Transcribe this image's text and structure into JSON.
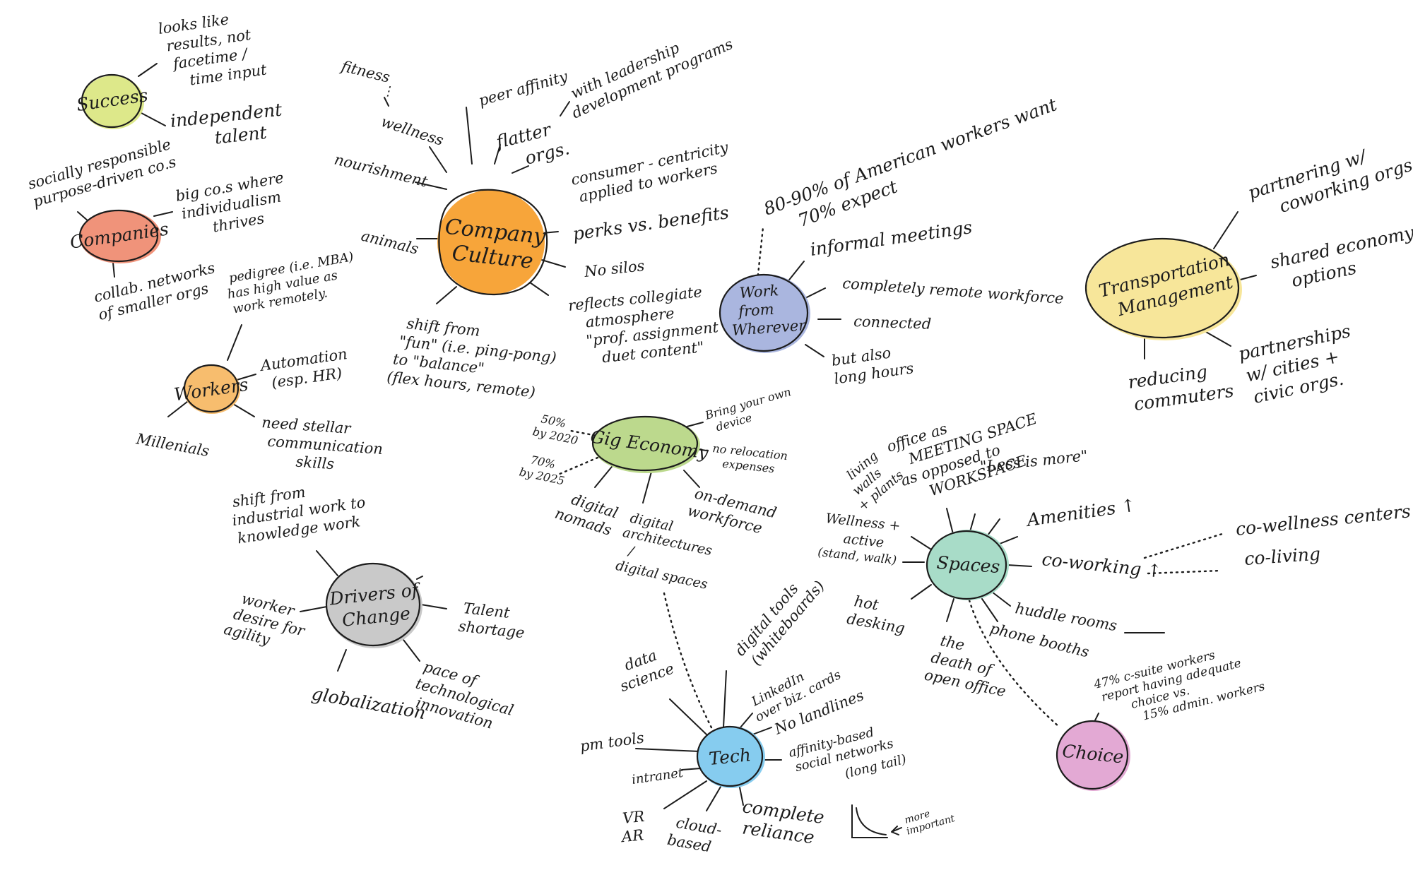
{
  "colors": {
    "success": "#dde88a",
    "companies": "#f0937a",
    "workers": "#f7bd6e",
    "company_culture": "#f7a53a",
    "work_from_wherever": "#aab6df",
    "transportation": "#f7e69a",
    "gig_economy": "#bcd98d",
    "drivers": "#c9c9c9",
    "spaces": "#a8dcc8",
    "tech": "#86ccef",
    "choice": "#e3a9d4"
  },
  "nodes": {
    "success": "Success",
    "companies": "Companies",
    "workers": "Workers",
    "company_culture": [
      "Company",
      "Culture"
    ],
    "work_from_wherever": [
      "Work",
      "from",
      "Wherever"
    ],
    "transportation": [
      "Transportation",
      "Management"
    ],
    "gig_economy": "Gig Economy",
    "drivers": [
      "Drivers of",
      "Change"
    ],
    "spaces": "Spaces",
    "tech": "Tech",
    "choice": "Choice"
  },
  "labels": {
    "success": {
      "looks_like": [
        "looks like",
        "results, not",
        "facetime /",
        "time input"
      ],
      "independent": [
        "independent",
        "talent"
      ]
    },
    "companies": {
      "socially": [
        "socially responsible",
        "purpose-driven co.s"
      ],
      "big_cos": [
        "big co.s where",
        "individualism",
        "thrives"
      ],
      "collab": [
        "collab. networks",
        "of smaller orgs"
      ]
    },
    "workers": {
      "pedigree": [
        "pedigree (i.e. MBA)",
        "has high value as",
        "work remotely."
      ],
      "automation": [
        "Automation",
        "(esp. HR)"
      ],
      "millenials": "Millenials",
      "stellar": [
        "need stellar",
        "communication",
        "skills"
      ]
    },
    "company_culture": {
      "fitness": "fitness",
      "wellness": "wellness",
      "peer_affinity": "peer affinity",
      "flatter": [
        "flatter",
        "orgs."
      ],
      "leadership": [
        "with leadership",
        "development programs"
      ],
      "nourishment": "nourishment",
      "consumer": [
        "consumer - centricity",
        "applied to workers"
      ],
      "animals": "animals",
      "perks": "perks vs. benefits",
      "no_silos": "No silos",
      "shift": [
        "shift from",
        "\"fun\" (i.e. ping-pong)",
        "to \"balance\"",
        "(flex hours, remote)"
      ],
      "collegiate": [
        "reflects collegiate",
        "atmosphere",
        "\"prof. assignment",
        "duet content\""
      ]
    },
    "work_from_wherever": {
      "percent": [
        "80-90% of American workers want",
        "70% expect"
      ],
      "informal": "informal meetings",
      "remote": "completely remote workforce",
      "connected": "connected",
      "long_hours": [
        "but also",
        "long hours"
      ]
    },
    "transportation": {
      "coworking": [
        "partnering w/",
        "coworking orgs"
      ],
      "shared": [
        "shared economy",
        "options"
      ],
      "commuters": [
        "reducing",
        "commuters"
      ],
      "cities": [
        "partnerships",
        "w/ cities +",
        "civic orgs."
      ]
    },
    "gig_economy": {
      "byo": [
        "Bring your own",
        "device"
      ],
      "stat_2020": [
        "50%",
        "by 2020"
      ],
      "stat_2025": [
        "70%",
        "by 2025"
      ],
      "relocation": [
        "no relocation",
        "expenses"
      ],
      "nomads": [
        "digital",
        "nomads"
      ],
      "architectures": [
        "digital",
        "architectures",
        "/",
        "digital spaces"
      ],
      "on_demand": [
        "on-demand",
        "workforce"
      ]
    },
    "drivers": {
      "industrial": [
        "shift from",
        "industrial work to",
        "knowledge work"
      ],
      "agility": [
        "worker",
        "desire for",
        "agility"
      ],
      "talent": [
        "Talent",
        "shortage"
      ],
      "globalization": "globalization",
      "pace": [
        "pace of",
        "technological",
        "innovation"
      ]
    },
    "spaces": {
      "meeting": [
        "office as",
        "MEETING SPACE",
        "as opposed to",
        "WORKSPACE"
      ],
      "living_walls": [
        "living",
        "walls",
        "+ plants"
      ],
      "less_more": "\"Less is more\"",
      "amenities": "Amenities ↑",
      "wellness": [
        "Wellness +",
        "active",
        "(stand, walk)"
      ],
      "coworking": "co-working ↑",
      "co_wellness": "co-wellness centers",
      "co_living": "co-living",
      "hot_desking": [
        "hot",
        "desking"
      ],
      "huddle": "huddle rooms",
      "phone": "phone booths",
      "open_office": [
        "the",
        "death of",
        "open office"
      ]
    },
    "choice": {
      "stat": [
        "47% c-suite workers",
        "report having adequate",
        "choice vs.",
        "15% admin. workers"
      ]
    },
    "tech": {
      "tools": [
        "digital tools",
        "(whiteboards)"
      ],
      "data_science": [
        "data",
        "science"
      ],
      "linkedin": [
        "LinkedIn",
        "over biz. cards"
      ],
      "landlines": "No landlines",
      "pm_tools": "pm tools",
      "intranet": "intranet",
      "affinity": [
        "affinity-based",
        "social networks",
        "(long tail)"
      ],
      "more_important": [
        "more",
        "important"
      ],
      "vr_ar": [
        "VR",
        "AR"
      ],
      "cloud": [
        "cloud-",
        "based"
      ],
      "reliance": [
        "complete",
        "reliance"
      ]
    }
  }
}
